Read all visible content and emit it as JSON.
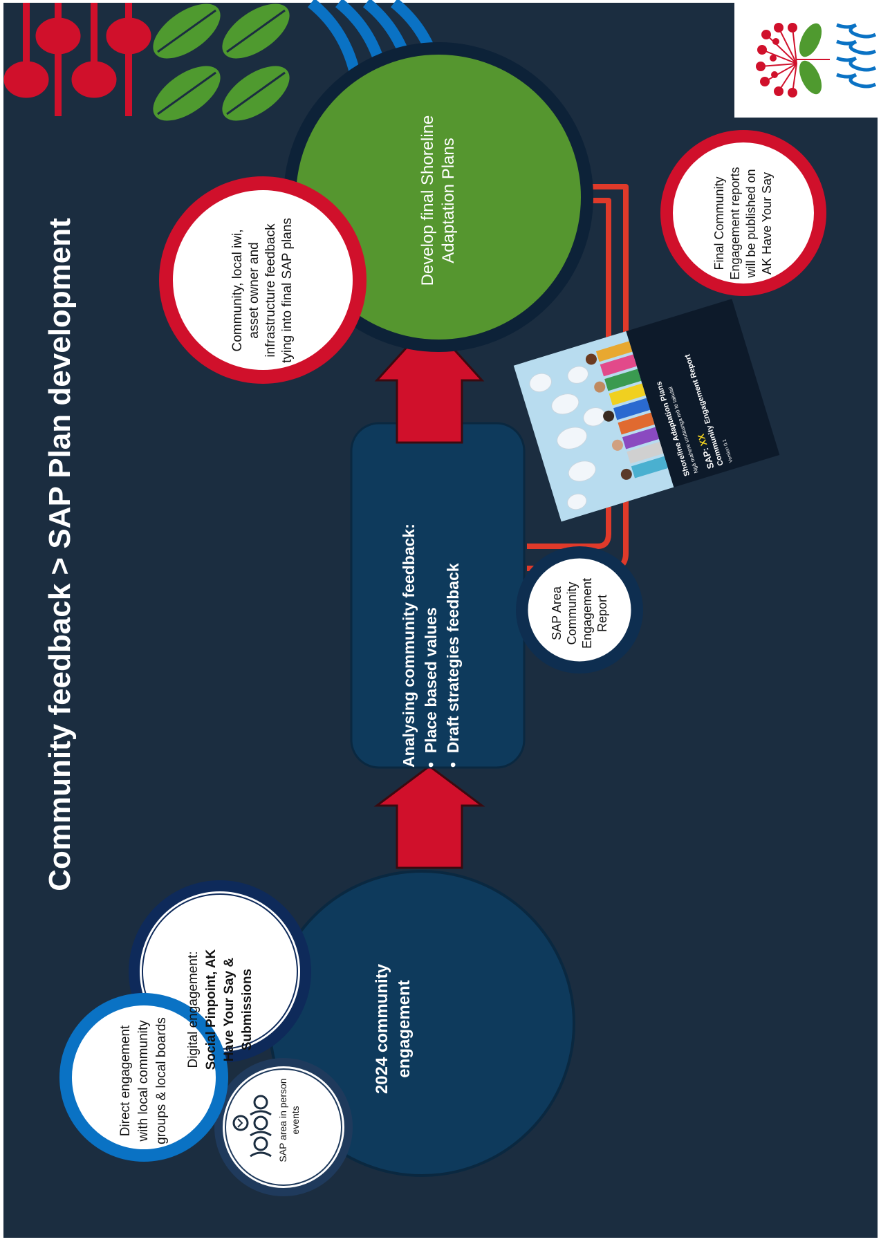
{
  "title": "Community feedback > SAP Plan development",
  "engagement": {
    "main": "2024 community engagement",
    "digital_prefix": "Digital engagement: ",
    "digital_bold": "Social Pinpoint, AK Have Your Say & Submissions",
    "in_person": "SAP area in person events",
    "direct": "Direct engagement with local community groups & local boards"
  },
  "analysis": {
    "heading": "Analysing community feedback:",
    "bullets": [
      "Place based values",
      "Draft strategies feedback"
    ]
  },
  "report_circle": "SAP Area Community Engagement Report",
  "final_plans": "Develop final Shoreline Adaptation Plans",
  "feedback_tying": "Community, local iwi, asset owner and infrastructure feedback tying into final SAP plans",
  "published": "Final Community Engagement reports will be published on AK Have Your Say",
  "report_cover": {
    "line1": "Shoreline Adaptation Plans",
    "line2": "Ngā mahere urutaunga mō te takutai",
    "sap_label": "SAP:",
    "sap_value": "XX",
    "report_title": "Community Engagement Report",
    "version": "Version 0.1"
  },
  "colors": {
    "background": "#1b2d40",
    "navy_circle": "#0e3a5c",
    "green_circle": "#55962f",
    "red_accent": "#d0102b",
    "blue_accent": "#0a72c4",
    "arrow_red": "#e03a2a",
    "report_bg": "#0d1a2a"
  }
}
